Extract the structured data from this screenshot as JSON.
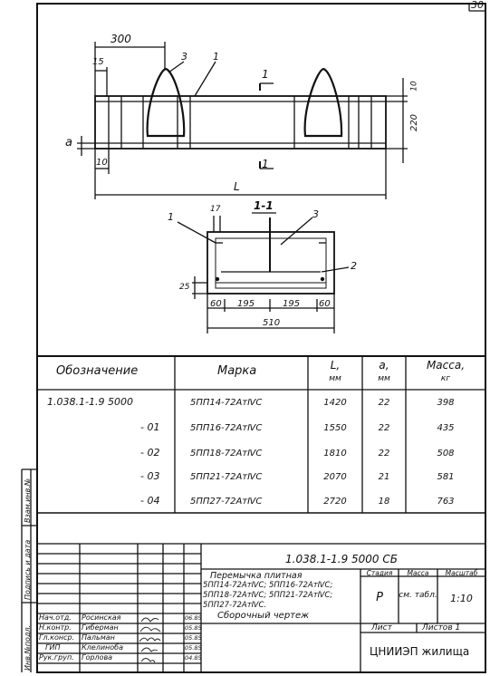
{
  "page_corner": "30",
  "drawing": {
    "dims": {
      "d300": "300",
      "d15": "15",
      "d10_top": "10",
      "d220": "220",
      "d10_left": "10",
      "a_label": "a",
      "L_label": "L",
      "callout_3": "3",
      "callout_1": "1",
      "cut_1a": "1",
      "cut_1b": "1"
    },
    "section": {
      "title": "1-1",
      "callout_1": "1",
      "callout_3": "3",
      "callout_2": "2",
      "d17": "17",
      "d25": "25",
      "d60a": "60",
      "d195a": "195",
      "d195b": "195",
      "d60b": "60",
      "d510": "510"
    }
  },
  "table": {
    "headers": {
      "designation": "Обозначение",
      "mark": "Марка",
      "L": "L,",
      "L_unit": "мм",
      "a": "a,",
      "a_unit": "мм",
      "mass": "Масса,",
      "mass_unit": "кг"
    },
    "rows": [
      {
        "designation": "1.038.1-1.9 5000",
        "mark": "5ПП14-72АтⅣС",
        "L": "1420",
        "a": "22",
        "mass": "398"
      },
      {
        "designation": "- 01",
        "mark": "5ПП16-72АтⅣС",
        "L": "1550",
        "a": "22",
        "mass": "435"
      },
      {
        "designation": "- 02",
        "mark": "5ПП18-72АтⅣС",
        "L": "1810",
        "a": "22",
        "mass": "508"
      },
      {
        "designation": "- 03",
        "mark": "5ПП21-72АтⅣС",
        "L": "2070",
        "a": "21",
        "mass": "581"
      },
      {
        "designation": "- 04",
        "mark": "5ПП27-72АтⅣС",
        "L": "2720",
        "a": "18",
        "mass": "763"
      }
    ]
  },
  "side_stamp": {
    "inv": "Инв.№подл.",
    "sign": "Подпись и дата",
    "vzam": "Взам.инв.№"
  },
  "title_block": {
    "doc_code": "1.038.1-1.9 5000 СБ",
    "description_1": "Перемычка плитная",
    "description_2": "5ПП14-72АтⅣС; 5ПП16-72АтⅣС;",
    "description_3": "5ПП18-72АтⅣС; 5ПП21-72АтⅣС;",
    "description_4": "5ПП27-72АтⅣС.",
    "description_5": "Сборочный чертеж",
    "stage_label": "Стадия",
    "mass_label": "Масса",
    "scale_label": "Масштаб",
    "stage_value": "Р",
    "mass_value": "см. табл.",
    "scale_value": "1:10",
    "sheet_label": "Лист",
    "sheets_label": "Листов 1",
    "org": "ЦНИИЭП жилища",
    "staff": [
      {
        "role": "Нач.отд.",
        "name": "Росинская",
        "date": "06.85"
      },
      {
        "role": "Н.контр.",
        "name": "Гиберман",
        "date": "05.85"
      },
      {
        "role": "Гл.конср.",
        "name": "Пальман",
        "date": "05.85"
      },
      {
        "role": "ГИП",
        "name": "Клелиноба",
        "date": "05.85"
      },
      {
        "role": "Рук.груп.",
        "name": "Горлова",
        "date": "04.85"
      }
    ]
  }
}
